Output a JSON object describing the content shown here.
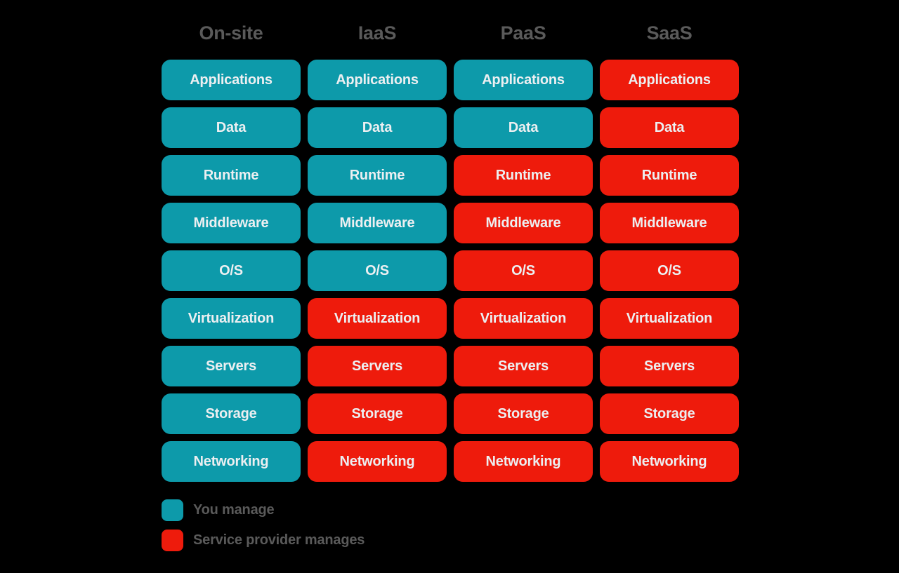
{
  "colors": {
    "background": "#000000",
    "you_manage": "#0d9aaa",
    "provider_manages": "#ee1b0c",
    "cell_text": "#eceff1",
    "header_text": "#5a5a5a"
  },
  "columns": [
    {
      "id": "on-site",
      "label": "On-site"
    },
    {
      "id": "iaas",
      "label": "IaaS"
    },
    {
      "id": "paas",
      "label": "PaaS"
    },
    {
      "id": "saas",
      "label": "SaaS"
    }
  ],
  "layers": [
    "Applications",
    "Data",
    "Runtime",
    "Middleware",
    "O/S",
    "Virtualization",
    "Servers",
    "Storage",
    "Networking"
  ],
  "matrix": [
    {
      "layer": "Applications",
      "cells": [
        "you",
        "you",
        "you",
        "provider"
      ]
    },
    {
      "layer": "Data",
      "cells": [
        "you",
        "you",
        "you",
        "provider"
      ]
    },
    {
      "layer": "Runtime",
      "cells": [
        "you",
        "you",
        "provider",
        "provider"
      ]
    },
    {
      "layer": "Middleware",
      "cells": [
        "you",
        "you",
        "provider",
        "provider"
      ]
    },
    {
      "layer": "O/S",
      "cells": [
        "you",
        "you",
        "provider",
        "provider"
      ]
    },
    {
      "layer": "Virtualization",
      "cells": [
        "you",
        "provider",
        "provider",
        "provider"
      ]
    },
    {
      "layer": "Servers",
      "cells": [
        "you",
        "provider",
        "provider",
        "provider"
      ]
    },
    {
      "layer": "Storage",
      "cells": [
        "you",
        "provider",
        "provider",
        "provider"
      ]
    },
    {
      "layer": "Networking",
      "cells": [
        "you",
        "provider",
        "provider",
        "provider"
      ]
    }
  ],
  "legend": [
    {
      "key": "you",
      "label": "You manage"
    },
    {
      "key": "provider",
      "label": "Service provider manages"
    }
  ]
}
